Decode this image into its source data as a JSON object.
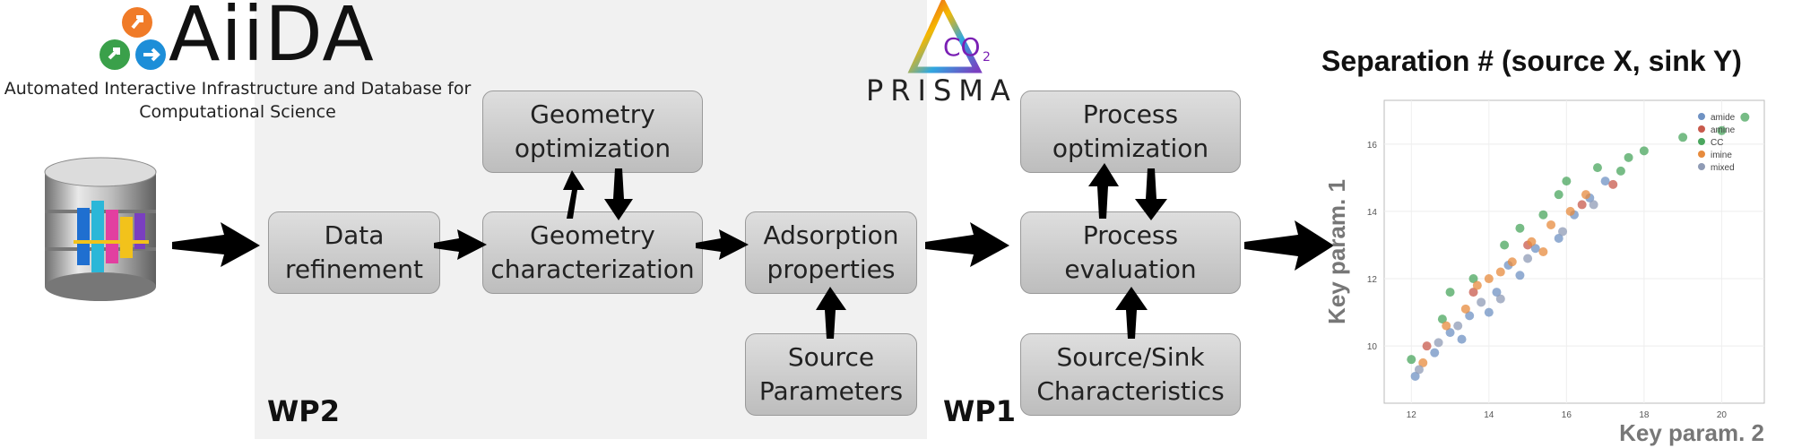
{
  "aiida": {
    "wordmark": "AiiDA",
    "subtitle": "Automated Interactive Infrastructure and Database for\nComputational Science"
  },
  "prisma": {
    "wordmark": "PRISMA",
    "co2_text": "CO",
    "co2_sub": "2"
  },
  "workflow": {
    "data_refinement": "Data\nrefinement",
    "geometry_optimization": "Geometry\noptimization",
    "geometry_characterization": "Geometry\ncharacterization",
    "adsorption_properties": "Adsorption\nproperties",
    "source_parameters": "Source\nParameters",
    "process_optimization": "Process\noptimization",
    "process_evaluation": "Process\nevaluation",
    "source_sink_characteristics": "Source/Sink\nCharacteristics"
  },
  "work_packages": {
    "wp2": "WP2",
    "wp1": "WP1"
  },
  "colors": {
    "panel": "#f1f1f1",
    "box_top": "#dedede",
    "box_bottom": "#bdbdbd",
    "arrow": "#000000"
  },
  "chart_data": {
    "type": "scatter",
    "title": "Separation # (source X, sink Y)",
    "xlabel": "Key param. 2",
    "ylabel": "Key param. 1",
    "xlim": [
      11.3,
      21.1
    ],
    "ylim": [
      8.3,
      17.3
    ],
    "xticks": [
      "12",
      "14",
      "16",
      "18",
      "20"
    ],
    "yticks": [
      "10",
      "12",
      "14",
      "16"
    ],
    "grid": true,
    "legend_position": "top-right",
    "series": [
      {
        "name": "amide",
        "color": "#6f92c3",
        "points": [
          [
            12.1,
            9.1
          ],
          [
            12.6,
            9.8
          ],
          [
            13.0,
            10.4
          ],
          [
            13.5,
            10.9
          ],
          [
            14.0,
            11.0
          ],
          [
            14.2,
            11.6
          ],
          [
            14.8,
            12.1
          ],
          [
            15.2,
            12.9
          ],
          [
            15.8,
            13.2
          ],
          [
            16.2,
            13.9
          ],
          [
            16.6,
            14.4
          ],
          [
            17.0,
            14.9
          ],
          [
            13.3,
            10.2
          ],
          [
            14.5,
            12.4
          ]
        ]
      },
      {
        "name": "amine",
        "color": "#c85a4c",
        "points": [
          [
            12.4,
            10.0
          ],
          [
            13.6,
            11.6
          ],
          [
            15.0,
            13.0
          ],
          [
            16.4,
            14.2
          ],
          [
            17.2,
            14.8
          ]
        ]
      },
      {
        "name": "CC",
        "color": "#4aa65e",
        "points": [
          [
            12.0,
            9.6
          ],
          [
            12.8,
            10.8
          ],
          [
            13.6,
            12.0
          ],
          [
            14.4,
            13.0
          ],
          [
            15.4,
            13.9
          ],
          [
            16.0,
            14.9
          ],
          [
            16.8,
            15.3
          ],
          [
            17.6,
            15.6
          ],
          [
            18.0,
            15.8
          ],
          [
            19.0,
            16.2
          ],
          [
            20.0,
            16.4
          ],
          [
            20.6,
            16.8
          ],
          [
            13.0,
            11.6
          ],
          [
            14.8,
            13.5
          ],
          [
            15.8,
            14.5
          ],
          [
            17.4,
            15.2
          ]
        ]
      },
      {
        "name": "imine",
        "color": "#e78b3d",
        "points": [
          [
            12.3,
            9.5
          ],
          [
            12.9,
            10.6
          ],
          [
            13.4,
            11.1
          ],
          [
            14.0,
            12.0
          ],
          [
            14.6,
            12.5
          ],
          [
            15.1,
            13.1
          ],
          [
            15.6,
            13.6
          ],
          [
            16.1,
            14.0
          ],
          [
            16.5,
            14.5
          ],
          [
            13.7,
            11.8
          ],
          [
            14.3,
            12.2
          ],
          [
            15.4,
            12.8
          ]
        ]
      },
      {
        "name": "mixed",
        "color": "#8f9bb5",
        "points": [
          [
            12.2,
            9.3
          ],
          [
            12.7,
            10.1
          ],
          [
            13.2,
            10.6
          ],
          [
            13.8,
            11.3
          ],
          [
            14.3,
            11.4
          ],
          [
            15.0,
            12.6
          ],
          [
            15.9,
            13.4
          ],
          [
            16.7,
            14.2
          ]
        ]
      }
    ]
  }
}
